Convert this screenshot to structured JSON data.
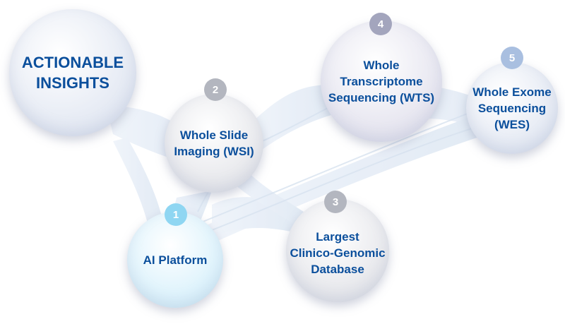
{
  "nodes": {
    "insights": {
      "label": "ACTIONABLE\nINSIGHTS"
    },
    "wsi": {
      "badge": "2",
      "label": "Whole Slide\nImaging (WSI)"
    },
    "wts": {
      "badge": "4",
      "label": "Whole\nTranscriptome\nSequencing (WTS)"
    },
    "wes": {
      "badge": "5",
      "label": "Whole Exome\nSequencing\n(WES)"
    },
    "ai": {
      "badge": "1",
      "label": "AI Platform"
    },
    "db": {
      "badge": "3",
      "label": "Largest\nClinico-Genomic\nDatabase"
    }
  },
  "colors": {
    "text": "#0b4f9c",
    "badge_light_blue": "#8fd6f2",
    "badge_gray": "#b3b6bf",
    "badge_purple_gray": "#a3a5bd",
    "badge_blue_gray": "#a9bfe0",
    "connector": "#e4ecf6"
  }
}
